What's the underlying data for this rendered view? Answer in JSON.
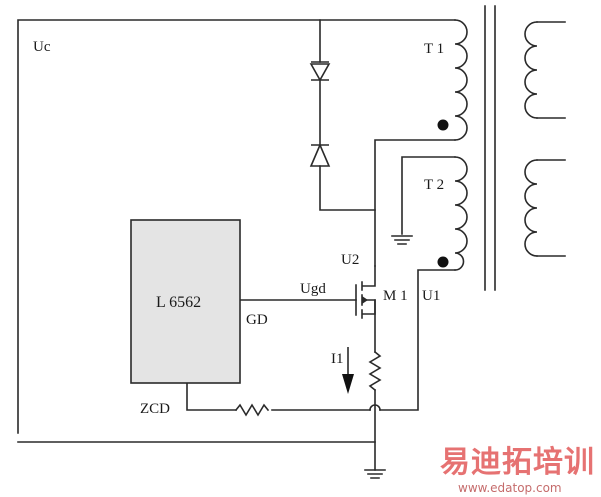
{
  "labels": {
    "supply": "Uc",
    "transformer_1": "T 1",
    "transformer_2": "T 2",
    "controller": "L 6562",
    "gate_drive": "GD",
    "gate_voltage": "Ugd",
    "node_u2": "U2",
    "mosfet": "M 1",
    "node_u1": "U1",
    "current": "I1",
    "zero_current_detect": "ZCD"
  },
  "watermark": {
    "text": "易迪拓培训",
    "url": "www.edatop.com"
  },
  "colors": {
    "line": "#2a2a2a",
    "ic_fill": "#e4e4e4",
    "watermark": "#e25a5a"
  }
}
